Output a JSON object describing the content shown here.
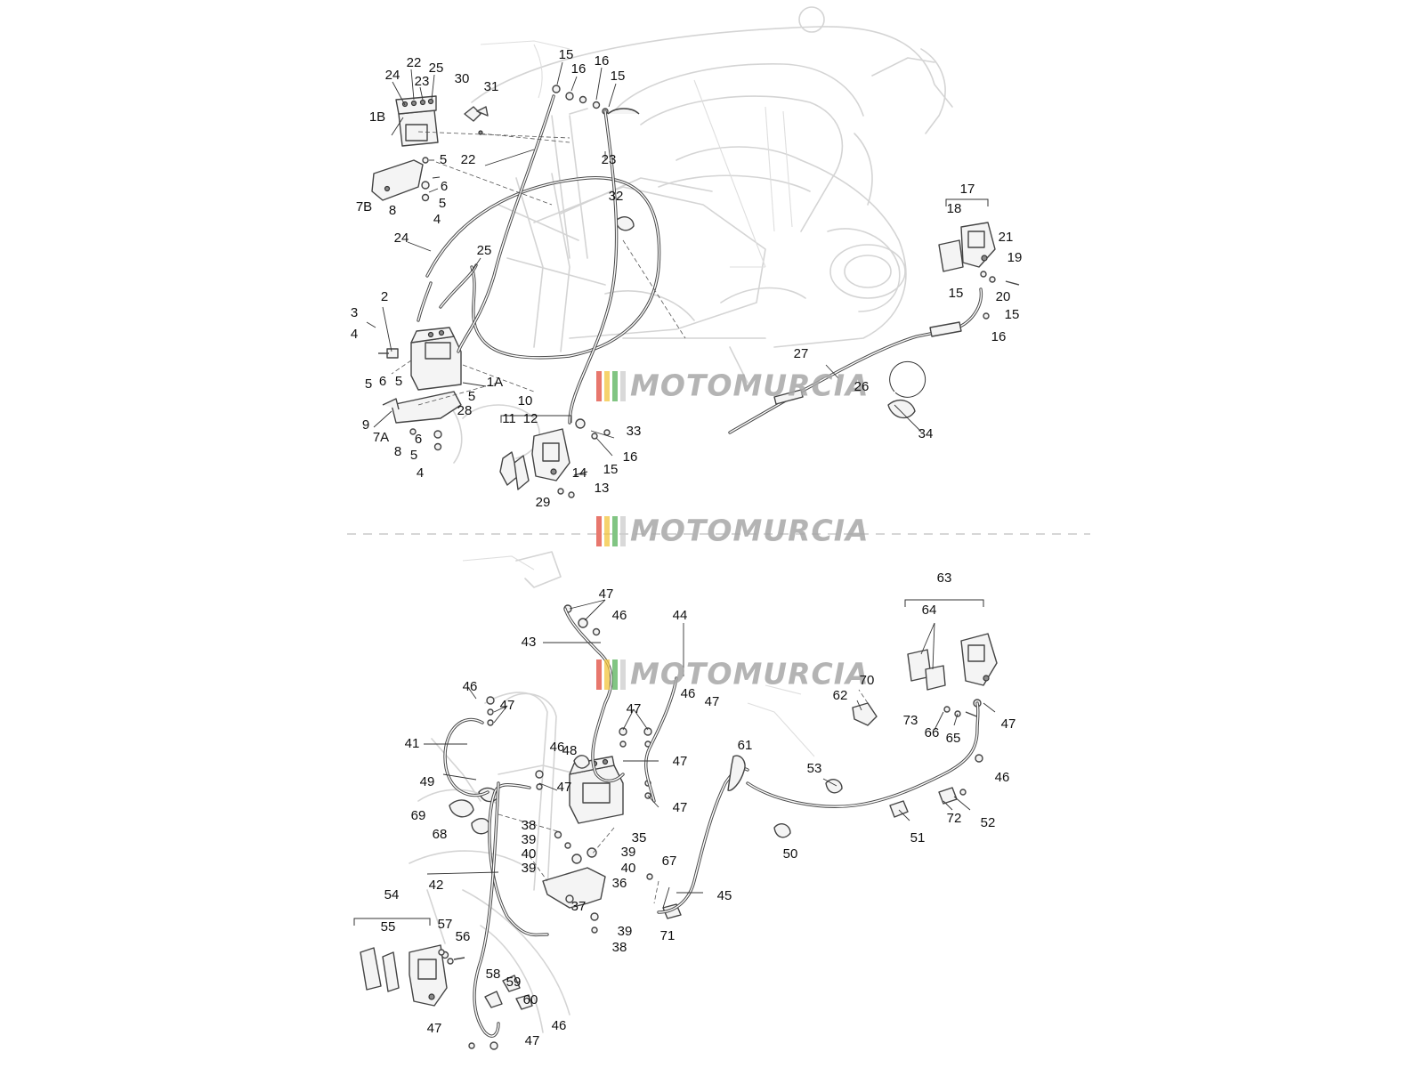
{
  "diagram": {
    "watermark": {
      "text": "MOTOMURCIA",
      "stripe_colors": [
        "#e04a3c",
        "#f3c43c",
        "#57b159",
        "#cccccc"
      ]
    },
    "callouts": [
      {
        "id": "c1",
        "label": "1B"
      },
      {
        "id": "c2",
        "label": "24"
      },
      {
        "id": "c3",
        "label": "22"
      },
      {
        "id": "c4",
        "label": "23"
      },
      {
        "id": "c5",
        "label": "25"
      },
      {
        "id": "c6",
        "label": "30"
      },
      {
        "id": "c7",
        "label": "31"
      },
      {
        "id": "c8",
        "label": "15"
      },
      {
        "id": "c9",
        "label": "16"
      },
      {
        "id": "c10",
        "label": "16"
      },
      {
        "id": "c11",
        "label": "15"
      },
      {
        "id": "c12",
        "label": "5"
      },
      {
        "id": "c13",
        "label": "22"
      },
      {
        "id": "c14",
        "label": "23"
      },
      {
        "id": "c15",
        "label": "6"
      },
      {
        "id": "c16",
        "label": "5"
      },
      {
        "id": "c17",
        "label": "7B"
      },
      {
        "id": "c18",
        "label": "8"
      },
      {
        "id": "c19",
        "label": "4"
      },
      {
        "id": "c20",
        "label": "32"
      },
      {
        "id": "c21",
        "label": "24"
      },
      {
        "id": "c22",
        "label": "25"
      },
      {
        "id": "c23",
        "label": "2"
      },
      {
        "id": "c24",
        "label": "3"
      },
      {
        "id": "c25",
        "label": "4"
      },
      {
        "id": "c26",
        "label": "5"
      },
      {
        "id": "c27",
        "label": "6"
      },
      {
        "id": "c28",
        "label": "5"
      },
      {
        "id": "c29",
        "label": "1A"
      },
      {
        "id": "c30",
        "label": "5"
      },
      {
        "id": "c31",
        "label": "9"
      },
      {
        "id": "c32",
        "label": "7A"
      },
      {
        "id": "c33",
        "label": "28"
      },
      {
        "id": "c34",
        "label": "6"
      },
      {
        "id": "c35",
        "label": "8"
      },
      {
        "id": "c36",
        "label": "5"
      },
      {
        "id": "c37",
        "label": "4"
      },
      {
        "id": "c38",
        "label": "10"
      },
      {
        "id": "c39",
        "label": "11"
      },
      {
        "id": "c40",
        "label": "12"
      },
      {
        "id": "c41",
        "label": "33"
      },
      {
        "id": "c42",
        "label": "16"
      },
      {
        "id": "c43",
        "label": "15"
      },
      {
        "id": "c44",
        "label": "14"
      },
      {
        "id": "c45",
        "label": "13"
      },
      {
        "id": "c46",
        "label": "29"
      },
      {
        "id": "c47",
        "label": "27"
      },
      {
        "id": "c48",
        "label": "26"
      },
      {
        "id": "c49",
        "label": "34"
      },
      {
        "id": "c50",
        "label": "17"
      },
      {
        "id": "c51",
        "label": "18"
      },
      {
        "id": "c52",
        "label": "21"
      },
      {
        "id": "c53",
        "label": "19"
      },
      {
        "id": "c54",
        "label": "20"
      },
      {
        "id": "c55",
        "label": "15"
      },
      {
        "id": "c56",
        "label": "15"
      },
      {
        "id": "c57",
        "label": "16"
      },
      {
        "id": "c58",
        "label": "63"
      },
      {
        "id": "c59",
        "label": "64"
      },
      {
        "id": "c60",
        "label": "47"
      },
      {
        "id": "c61",
        "label": "46"
      },
      {
        "id": "c62",
        "label": "44"
      },
      {
        "id": "c63",
        "label": "43"
      },
      {
        "id": "c64",
        "label": "46"
      },
      {
        "id": "c65",
        "label": "47"
      },
      {
        "id": "c66",
        "label": "70"
      },
      {
        "id": "c67",
        "label": "62"
      },
      {
        "id": "c68",
        "label": "46"
      },
      {
        "id": "c69",
        "label": "47"
      },
      {
        "id": "c70",
        "label": "47"
      },
      {
        "id": "c71",
        "label": "73"
      },
      {
        "id": "c72",
        "label": "66"
      },
      {
        "id": "c73",
        "label": "65"
      },
      {
        "id": "c74",
        "label": "47"
      },
      {
        "id": "c75",
        "label": "46"
      },
      {
        "id": "c76",
        "label": "41"
      },
      {
        "id": "c77",
        "label": "48"
      },
      {
        "id": "c78",
        "label": "46"
      },
      {
        "id": "c79",
        "label": "47"
      },
      {
        "id": "c80",
        "label": "61"
      },
      {
        "id": "c81",
        "label": "53"
      },
      {
        "id": "c82",
        "label": "49"
      },
      {
        "id": "c83",
        "label": "47"
      },
      {
        "id": "c84",
        "label": "47"
      },
      {
        "id": "c85",
        "label": "69"
      },
      {
        "id": "c86",
        "label": "68"
      },
      {
        "id": "c87",
        "label": "38"
      },
      {
        "id": "c88",
        "label": "39"
      },
      {
        "id": "c89",
        "label": "35"
      },
      {
        "id": "c90",
        "label": "40"
      },
      {
        "id": "c91",
        "label": "39"
      },
      {
        "id": "c92",
        "label": "50"
      },
      {
        "id": "c93",
        "label": "51"
      },
      {
        "id": "c94",
        "label": "72"
      },
      {
        "id": "c95",
        "label": "52"
      },
      {
        "id": "c96",
        "label": "67"
      },
      {
        "id": "c97",
        "label": "42"
      },
      {
        "id": "c98",
        "label": "39"
      },
      {
        "id": "c99",
        "label": "40"
      },
      {
        "id": "c100",
        "label": "36"
      },
      {
        "id": "c101",
        "label": "45"
      },
      {
        "id": "c102",
        "label": "54"
      },
      {
        "id": "c103",
        "label": "37"
      },
      {
        "id": "c104",
        "label": "71"
      },
      {
        "id": "c105",
        "label": "55"
      },
      {
        "id": "c106",
        "label": "57"
      },
      {
        "id": "c107",
        "label": "56"
      },
      {
        "id": "c108",
        "label": "39"
      },
      {
        "id": "c109",
        "label": "38"
      },
      {
        "id": "c110",
        "label": "58"
      },
      {
        "id": "c111",
        "label": "59"
      },
      {
        "id": "c112",
        "label": "60"
      },
      {
        "id": "c113",
        "label": "47"
      },
      {
        "id": "c114",
        "label": "46"
      },
      {
        "id": "c115",
        "label": "47"
      }
    ]
  }
}
